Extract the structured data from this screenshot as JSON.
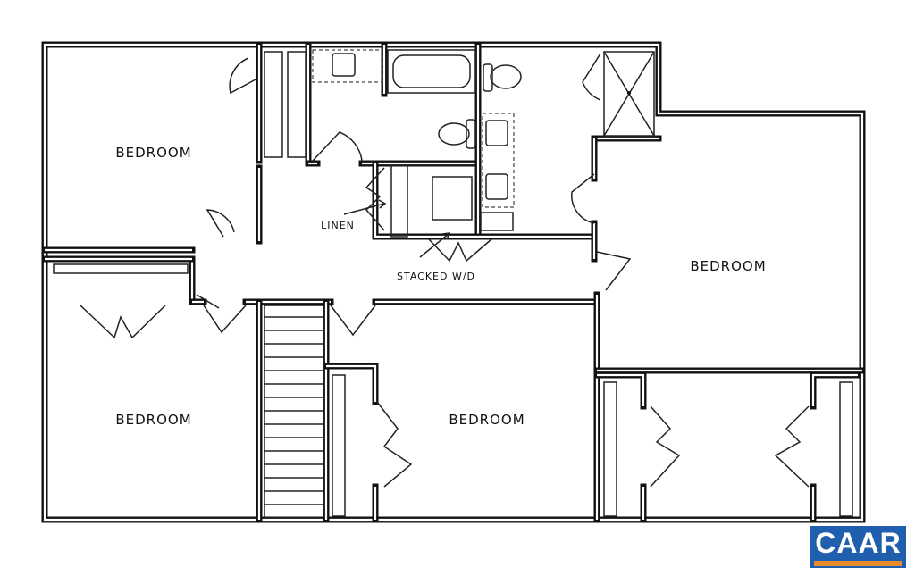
{
  "plan": {
    "rooms": [
      {
        "label": "BEDROOM"
      },
      {
        "label": "BEDROOM"
      },
      {
        "label": "BEDROOM"
      },
      {
        "label": "BEDROOM"
      }
    ],
    "annotations": {
      "linen": "LINEN",
      "stacked_wd": "STACKED W/D"
    }
  },
  "logo": {
    "text": "CAAR",
    "colors": {
      "blue": "#1f5fae",
      "orange": "#e98b2a"
    }
  }
}
